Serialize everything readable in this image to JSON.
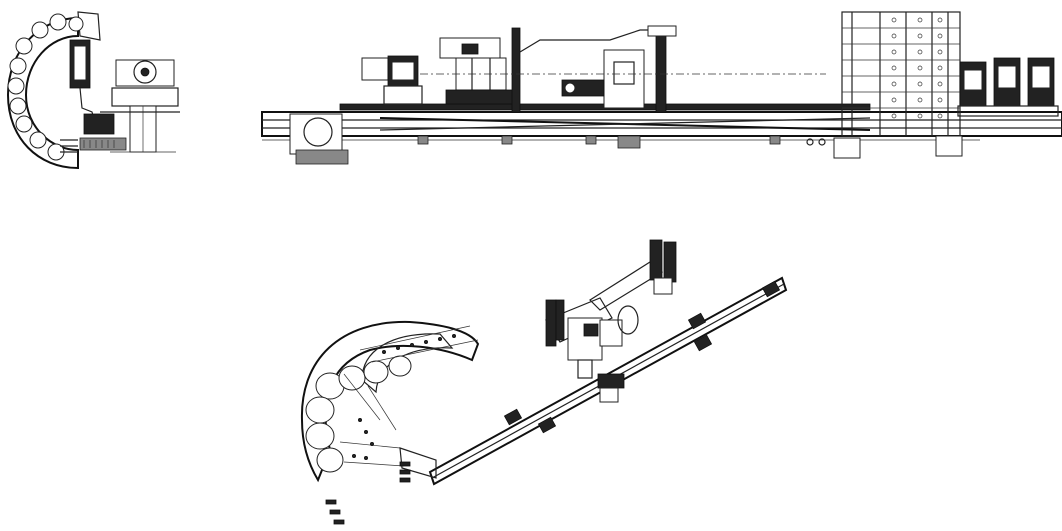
{
  "figure": {
    "background": "#ffffff",
    "line_color": "#222222",
    "views": [
      {
        "id": "side-view",
        "kind": "line drawing"
      },
      {
        "id": "front-view",
        "kind": "line drawing"
      },
      {
        "id": "isometric-view",
        "kind": "line drawing"
      }
    ]
  }
}
